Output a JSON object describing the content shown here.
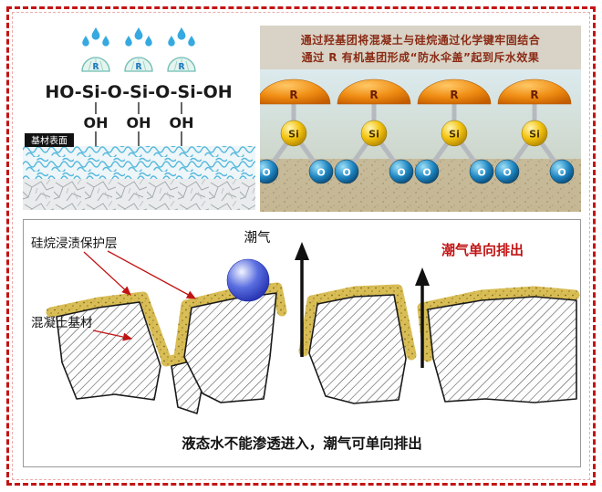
{
  "frame": {
    "border_color": "#c41414"
  },
  "top_left": {
    "r_labels": [
      "R",
      "R",
      "R"
    ],
    "formula": "HO-Si-O-Si-O-Si-OH",
    "oh_labels": [
      "OH",
      "OH",
      "OH"
    ],
    "substrate_tag": "基材表面"
  },
  "top_right": {
    "caption_line1": "通过羟基团将混凝土与硅烷通过化学键牢固结合",
    "caption_line2": "通过 R 有机基团形成“防水伞盖”起到斥水效果",
    "r_labels": [
      "R",
      "R",
      "R",
      "R"
    ],
    "si_labels": [
      "Si",
      "Si",
      "Si",
      "Si"
    ],
    "o_labels": [
      "O",
      "O",
      "O",
      "O",
      "O",
      "O",
      "O",
      "O"
    ],
    "colors": {
      "dome": "#ef8c12",
      "silicon": "#f4c410",
      "oxygen": "#1e86c2"
    }
  },
  "bottom": {
    "label_layer": "硅烷浸渍保护层",
    "label_substrate": "混凝土基材",
    "label_moisture": "潮气",
    "label_one_way": "潮气单向排出",
    "caption": "液态水不能渗透进入，潮气可单向排出",
    "colors": {
      "coating": "#d9bd55",
      "accent_red": "#c11414",
      "moisture_ball": "#2a3fd4"
    }
  }
}
